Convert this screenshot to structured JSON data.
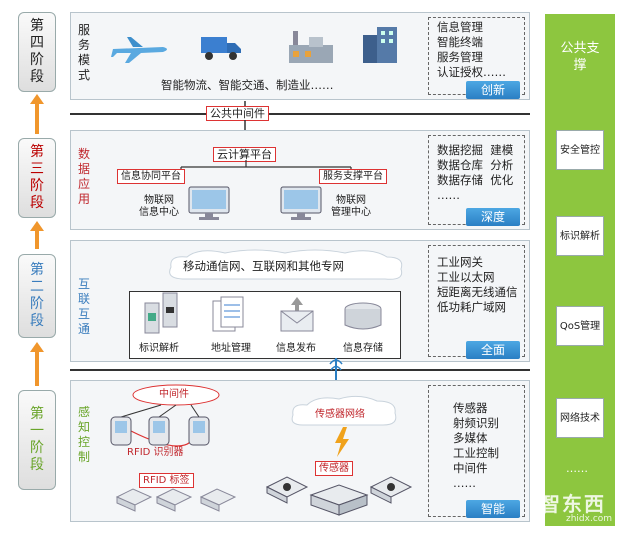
{
  "stages": [
    "第四阶段",
    "第三阶段",
    "第二阶段",
    "第一阶段"
  ],
  "layers": {
    "service": {
      "label": "服务模式",
      "caption": "智能物流、智能交通、制造业……",
      "right_text": "信息管理\n智能终端\n服务管理\n认证授权……",
      "tag": "创新"
    },
    "data": {
      "label": "数据应用",
      "cloud": "云计算平台",
      "collab": "信息协同平台",
      "support": "服务支撑平台",
      "center1": "物联网\n信息中心",
      "center2": "物联网\n管理中心",
      "right_text": "数据挖掘  建模\n数据仓库  分析\n数据存储  优化\n……",
      "tag": "深度"
    },
    "network": {
      "label": "互联互通",
      "cloud_text": "移动通信网、互联网和其他专网",
      "items": [
        "标识解析",
        "地址管理",
        "信息发布",
        "信息存储"
      ],
      "right_text": "工业网关\n工业以太网\n短距离无线通信\n低功耗广域网",
      "tag": "全面"
    },
    "sensing": {
      "label": "感知控制",
      "middleware": "中间件",
      "rfid_reader": "RFID 识别器",
      "rfid_tag": "RFID 标签",
      "sensor_net": "传感器网络",
      "sensor": "传感器",
      "right_text": "传感器\n射频识别\n多媒体\n工业控制\n中间件\n……",
      "tag": "智能"
    }
  },
  "middleware_bar": "公共中间件",
  "public_support": {
    "title": "公共支撑",
    "items": [
      "安全管控",
      "标识解析",
      "QoS管理",
      "网络技术"
    ],
    "more": "……"
  },
  "watermark": {
    "text": "智东西",
    "sub": "zhidx.com"
  },
  "colors": {
    "arrow": "#f0962c",
    "green": "#8dc63f",
    "tag": "#2a7fc4",
    "red": "#d33"
  }
}
